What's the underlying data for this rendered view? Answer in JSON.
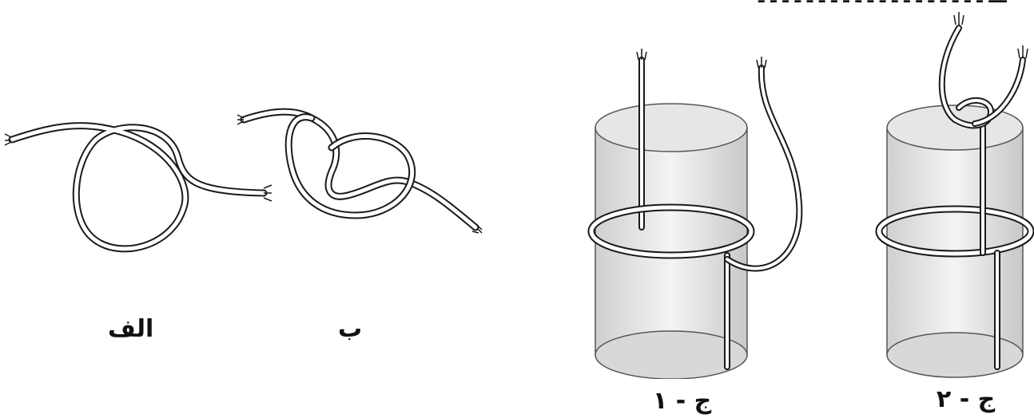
{
  "header_fragment": "ـــ ـ ـ ـ ـ ـ ـ ـ ـ ـ ـ ـ ـ ـ ـ ـ ـ ـ ـ ـ",
  "labels": {
    "alef": "الف",
    "be": "ب",
    "jim_1": "ج - ۱",
    "jim_2": "ج - ۲"
  },
  "colors": {
    "rope_outline": "#1a1a1a",
    "rope_fill": "#ffffff",
    "cylinder_edge": "#555555"
  }
}
